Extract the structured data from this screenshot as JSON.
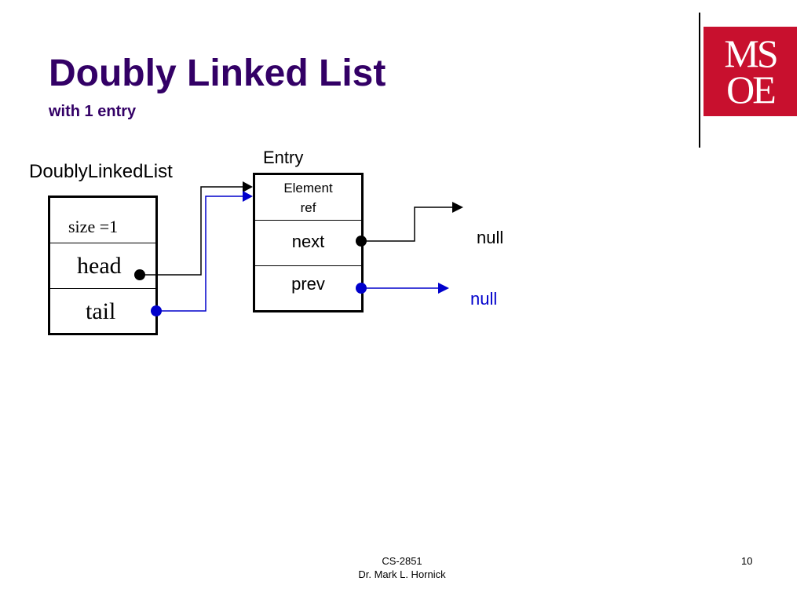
{
  "slide": {
    "title": "Doubly Linked List",
    "subtitle": "with 1 entry"
  },
  "logo": {
    "line1": "MS",
    "line2": "OE",
    "colors": {
      "background": "#c8102e",
      "text": "#ffffff"
    }
  },
  "diagram": {
    "list_label": "DoublyLinkedList",
    "list_fields": {
      "size": "size =1",
      "head": "head",
      "tail": "tail"
    },
    "entry_label": "Entry",
    "entry_fields": {
      "element_line1": "Element",
      "element_line2": "ref",
      "next": "next",
      "prev": "prev"
    },
    "null_next": "null",
    "null_prev": "null",
    "colors": {
      "head_link": "#000000",
      "tail_link": "#0000cc",
      "title": "#330066"
    }
  },
  "footer": {
    "course": "CS-2851",
    "author": "Dr. Mark L. Hornick",
    "page_number": "10"
  }
}
